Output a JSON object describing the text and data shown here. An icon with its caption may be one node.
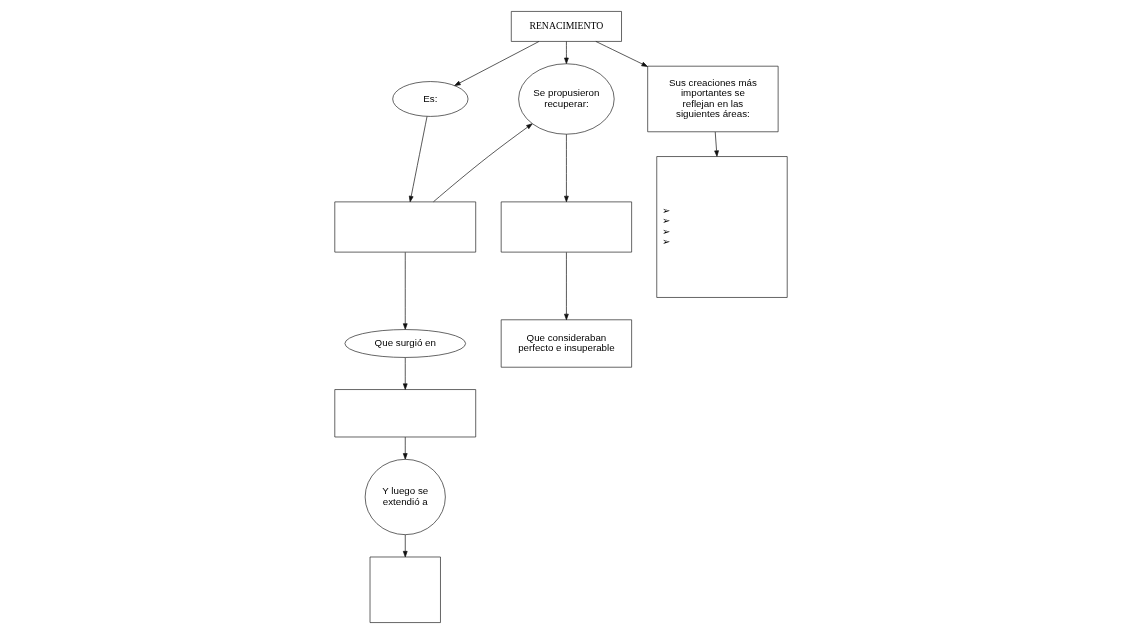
{
  "diagram": {
    "nodes": [
      {
        "text": [
          "RENACIMIENTO"
        ]
      },
      {
        "text": [
          "Es:"
        ]
      },
      {
        "text": [],
        "shape": "box"
      },
      {
        "text": [
          "Se propusieron recuperar:"
        ]
      },
      {
        "text": [
          "Sus creaciones más importantes se reflejan en las siguientes áreas:"
        ]
      },
      {
        "text": [
          "Que surgió en"
        ]
      },
      {
        "text": [],
        "shape": "box"
      },
      {
        "text": [
          "➢",
          "➢",
          "➢",
          "➢"
        ]
      },
      {
        "text": [],
        "shape": "box"
      },
      {
        "text": [
          "Que consideraban perfecto e insuperable"
        ]
      },
      {
        "text": [
          "Y luego se extendió a"
        ]
      },
      {
        "text": [],
        "shape": "box"
      }
    ],
    "edges": [
      {
        "from": 0,
        "to": 1,
        "arrow": "to"
      },
      {
        "from": 1,
        "to": 2,
        "arrow": "to"
      },
      {
        "from": 0,
        "to": 3,
        "arrow": "to"
      },
      {
        "from": 0,
        "to": 4,
        "arrow": "to"
      },
      {
        "from": 2,
        "to": 3,
        "arrow": "to"
      },
      {
        "from": 2,
        "to": 5,
        "arrow": "to"
      },
      {
        "from": 3,
        "to": 6,
        "arrow": "to"
      },
      {
        "from": 4,
        "to": 7,
        "arrow": "to"
      },
      {
        "from": 5,
        "to": 8,
        "arrow": "to"
      },
      {
        "from": 6,
        "to": 9,
        "arrow": "to"
      },
      {
        "from": 8,
        "to": 10,
        "arrow": "to"
      },
      {
        "from": 10,
        "to": 11,
        "arrow": "to"
      }
    ]
  }
}
